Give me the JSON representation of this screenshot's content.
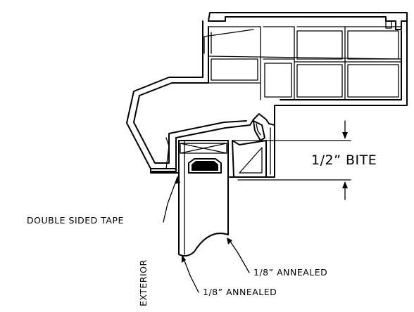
{
  "labels": {
    "bite": "1/2”  BITE",
    "tape": "DOUBLE SIDED TAPE",
    "glass_outer": "1/8”  ANNEALED",
    "glass_inner": "1/8”  ANNEALED",
    "exterior": "EXTERIOR"
  }
}
